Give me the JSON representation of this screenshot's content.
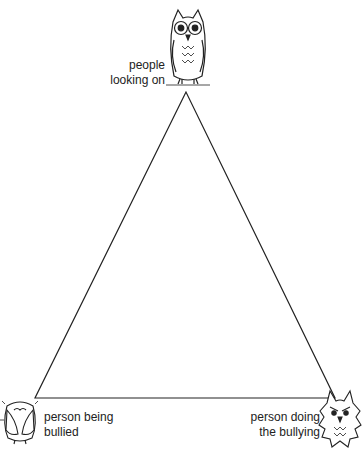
{
  "diagram": {
    "labels": [
      "people looking on",
      "person being bullied",
      "person doing the bullying"
    ]
  }
}
